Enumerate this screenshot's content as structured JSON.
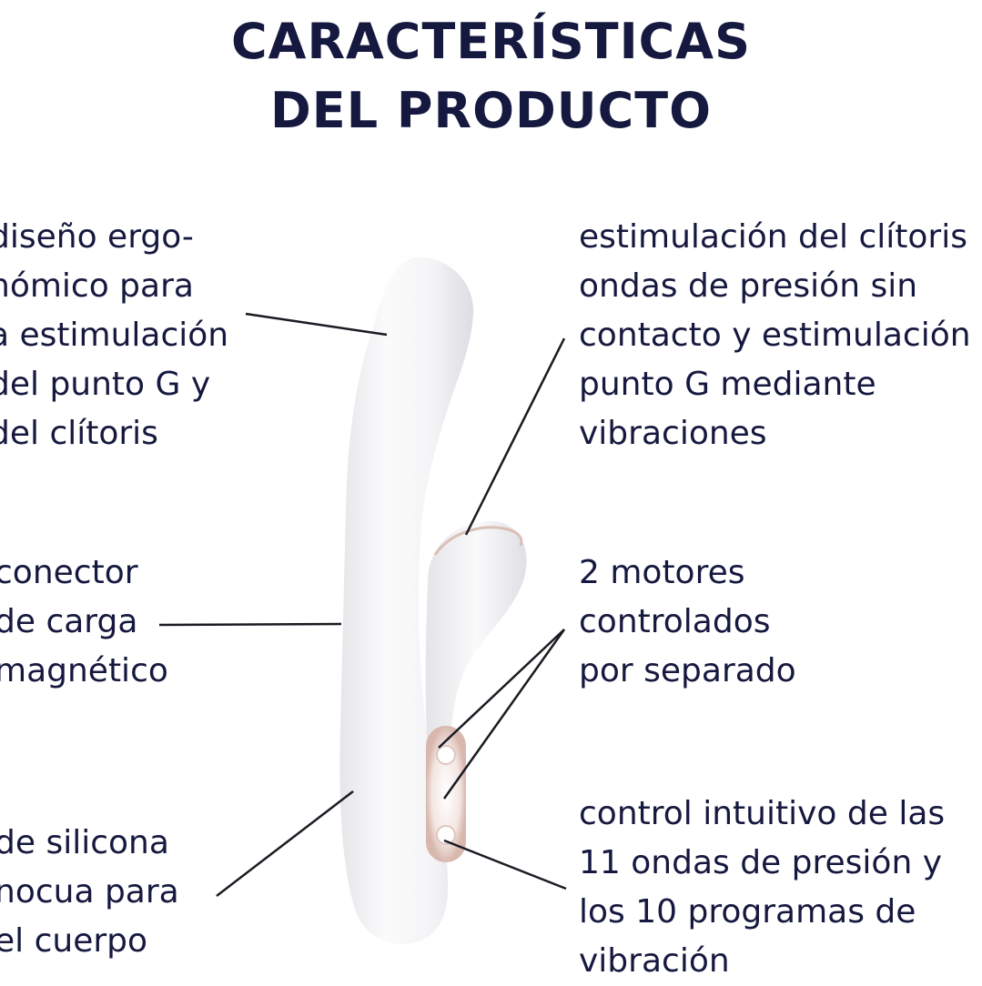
{
  "title": {
    "line1": "CARACTERÍSTICAS",
    "line2": "DEL PRODUCTO"
  },
  "features_left": [
    {
      "lines": [
        "diseño ergo-",
        "nómico para",
        "a estimulación",
        "del punto G y",
        "del clítoris"
      ]
    },
    {
      "lines": [
        "conector",
        "de carga",
        "magnético"
      ]
    },
    {
      "lines": [
        "de silicona",
        "nocua para",
        "el cuerpo"
      ]
    }
  ],
  "features_right": [
    {
      "lines": [
        "estimulación del clítoris",
        "ondas de presión sin",
        "contacto y estimulación",
        "punto G mediante",
        "vibraciones"
      ]
    },
    {
      "lines": [
        "2 motores",
        "controlados",
        "por separado"
      ]
    },
    {
      "lines": [
        "control intuitivo de las",
        "11 ondas de presión y",
        "los 10 programas de",
        "vibración"
      ]
    }
  ],
  "colors": {
    "text": "#16193f",
    "product_body": "#f4f4f6",
    "accent_rose": "#e8c9bf"
  }
}
